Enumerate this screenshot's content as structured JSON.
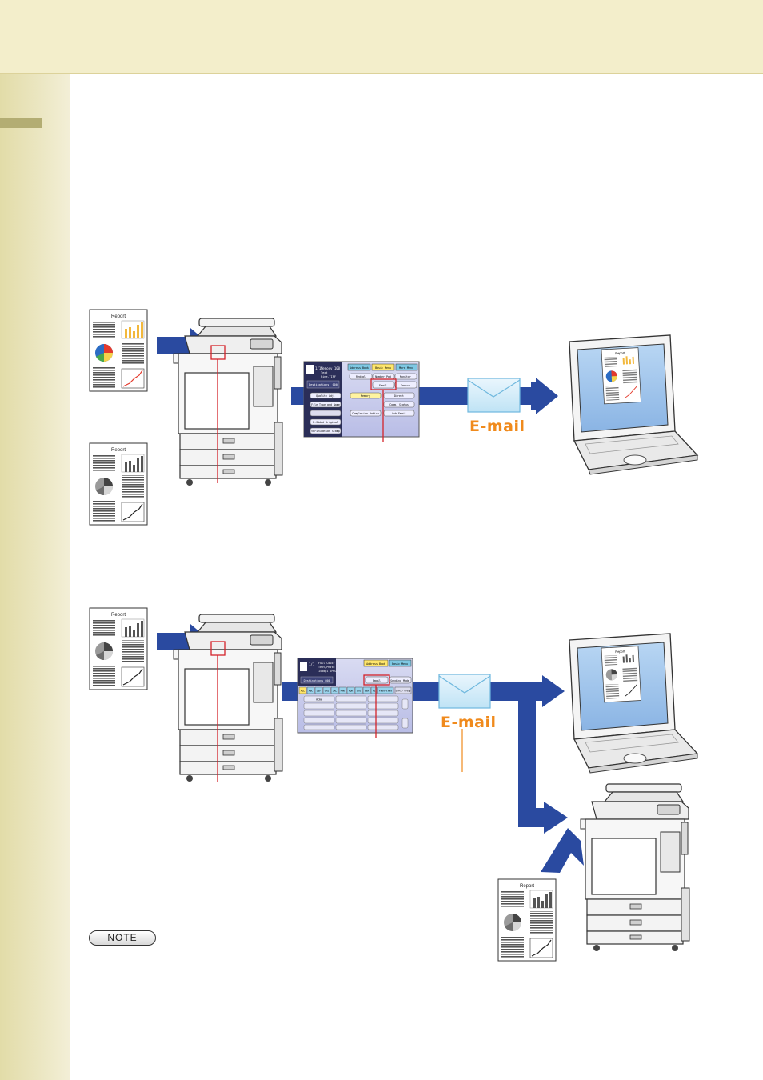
{
  "labels": {
    "email_1": "E-mail",
    "email_2": "E-mail",
    "note_badge": "NOTE",
    "report_title": "Report"
  },
  "panel1": {
    "header": "1/1",
    "status_line1": "Memory 100",
    "status_line2": "Text",
    "status_line3": "Fine,TIFF",
    "destinations": "Destinations: 000",
    "tabs": [
      "Address Book",
      "Basic Menu",
      "More Menu"
    ],
    "buttons_right": [
      "Redial",
      "Number Pad",
      "Monitor"
    ],
    "email_button": "Email",
    "search_button": "Search",
    "left_buttons": [
      "Quality Adj.",
      "File Type and Name",
      "2-Sided Original",
      "Verification Stamp"
    ],
    "memory_button": "Memory",
    "direct_button": "Direct",
    "comm_status": "Comm. Status",
    "completion_notice": "Completion Notice",
    "sub_email": "Sub Email"
  },
  "panel2": {
    "header": "1/1",
    "status_line1": "Full Color",
    "status_line2": "Text/Photo",
    "status_line3": "150dpi JPEG",
    "destinations": "Destinations 000",
    "tabs": [
      "Address Book",
      "Basic Menu"
    ],
    "email_button": "Email",
    "sending_mode": "Sending Mode",
    "index_tabs": [
      "ALL",
      "ABC",
      "DEF",
      "GHI",
      "JKL",
      "MNO",
      "PQR",
      "STU",
      "VWX",
      "YZ"
    ],
    "group_tab": "Favorites",
    "extra_tab": "Sort / Group",
    "first_entry": "Acme"
  },
  "colors": {
    "page_band": "#f3eecb",
    "sidebar": "#e6e0b3",
    "arrow_blue": "#2a4aa0",
    "email_orange": "#f08a1c",
    "highlight_red": "#d4232a",
    "screen_blue": "#9fc3ea"
  },
  "icons": [
    "arrow-right-icon",
    "envelope-icon",
    "laptop-icon",
    "copier-icon",
    "document-icon"
  ]
}
